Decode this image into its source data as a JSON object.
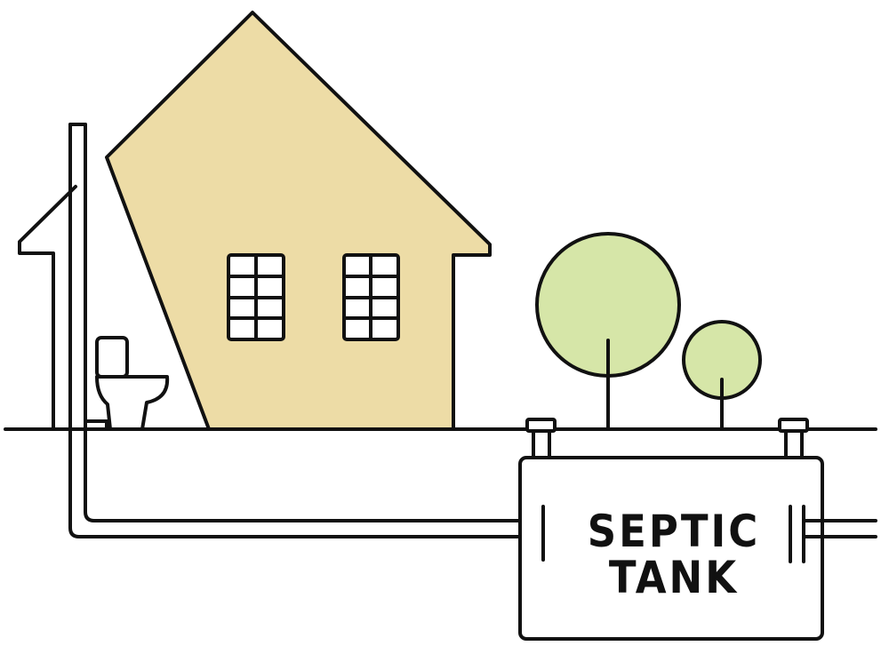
{
  "diagram": {
    "tank_label_line1": "SEPTIC",
    "tank_label_line2": "TANK"
  },
  "colors": {
    "house_fill": "#EDDCA6",
    "tree_fill": "#D6E6A8",
    "stroke": "#111111",
    "background": "#FFFFFF"
  },
  "icons": [
    "house",
    "window",
    "toilet",
    "vent-pipe",
    "tree",
    "septic-tank",
    "pipe"
  ]
}
